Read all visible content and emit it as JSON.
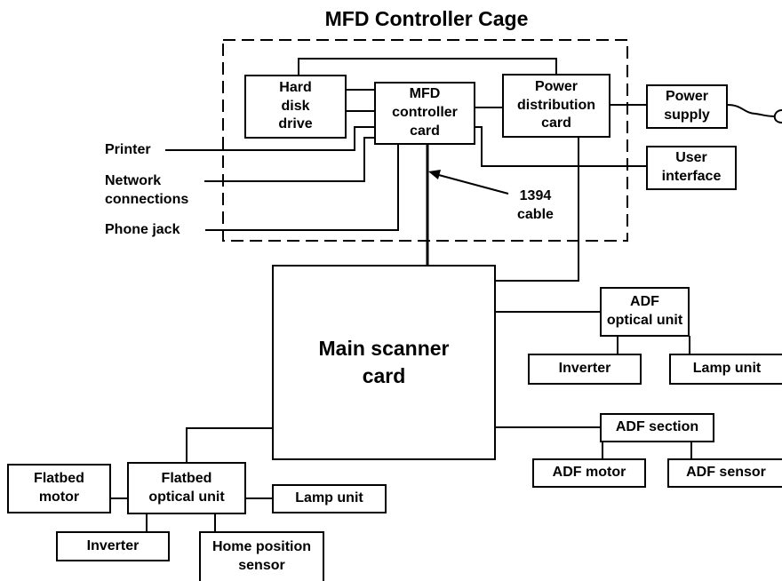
{
  "title": "MFD Controller Cage",
  "boxes": {
    "hdd": "Hard\ndisk\ndrive",
    "mfd": "MFD\ncontroller\ncard",
    "pdc": "Power\ndistribution\ncard",
    "power_supply": "Power\nsupply",
    "user_interface": "User\ninterface",
    "main_scanner": "Main scanner\ncard",
    "adf_optical": "ADF\noptical unit",
    "adf_inverter": "Inverter",
    "adf_lamp": "Lamp unit",
    "adf_section": "ADF section",
    "adf_motor": "ADF motor",
    "adf_sensor": "ADF sensor",
    "flatbed_motor": "Flatbed\nmotor",
    "flatbed_optical": "Flatbed\noptical unit",
    "flatbed_lamp": "Lamp unit",
    "flatbed_inverter": "Inverter",
    "home_sensor": "Home position\nsensor"
  },
  "labels": {
    "printer": "Printer",
    "network": "Network\nconnections",
    "phone": "Phone jack",
    "cable": "1394\ncable"
  }
}
